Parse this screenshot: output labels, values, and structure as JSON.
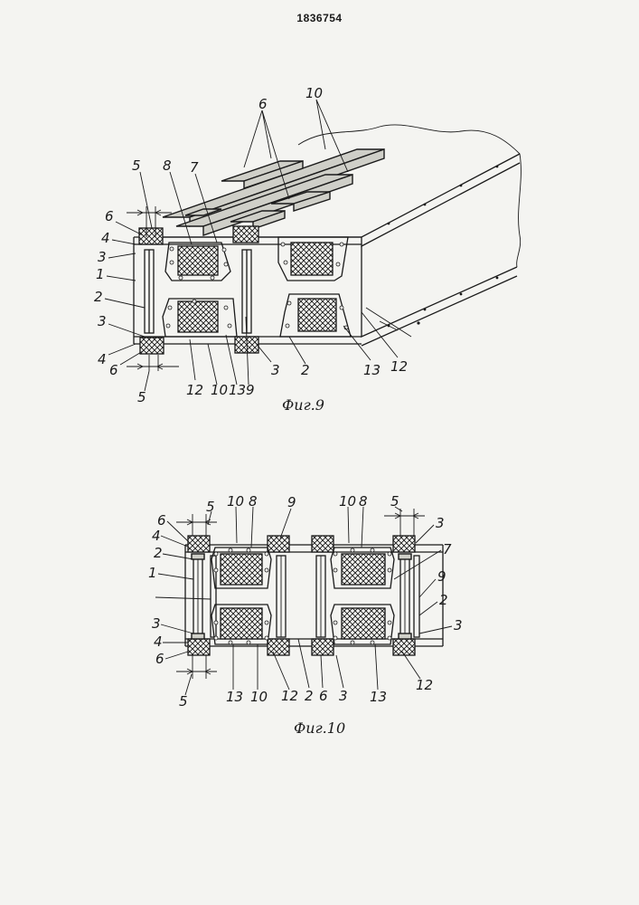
{
  "header": {
    "patent_number": "1836754"
  },
  "figure9": {
    "caption": "Фиг.9",
    "labels": {
      "l6_top": "6",
      "l10_top": "10",
      "l5_top": "5",
      "l8": "8",
      "l7": "7",
      "l6_left": "6",
      "l4_left": "4",
      "l3_left": "3",
      "l1": "1",
      "l2_left": "2",
      "l3_low": "3",
      "l4_low": "4",
      "l6_low": "6",
      "l5_low": "5",
      "l12_a": "12",
      "l10_b": "10",
      "l13_a": "13",
      "l9": "9",
      "l3_mid": "3",
      "l2_mid": "2",
      "l13_b": "13",
      "l12_b": "12"
    }
  },
  "figure10": {
    "caption": "Фиг.10",
    "labels": {
      "l5_tl": "5",
      "l10_a": "10",
      "l8_a": "8",
      "l9_a": "9",
      "l10_b": "10",
      "l8_b": "8",
      "l5_tr": "5",
      "l3_tr": "3",
      "l7": "7",
      "l9_b": "9",
      "l2_r": "2",
      "l3_br": "3",
      "l6_tl": "6",
      "l4_tl": "4",
      "l2_tl": "2",
      "l1": "1",
      "l3_bl": "3",
      "l4_bl": "4",
      "l6_bl": "6",
      "l5_bl": "5",
      "l13_a": "13",
      "l10_c": "10",
      "l12_a": "12",
      "l2_m": "2",
      "l6_m": "6",
      "l3_m": "3",
      "l13_b": "13",
      "l12_b": "12"
    }
  }
}
